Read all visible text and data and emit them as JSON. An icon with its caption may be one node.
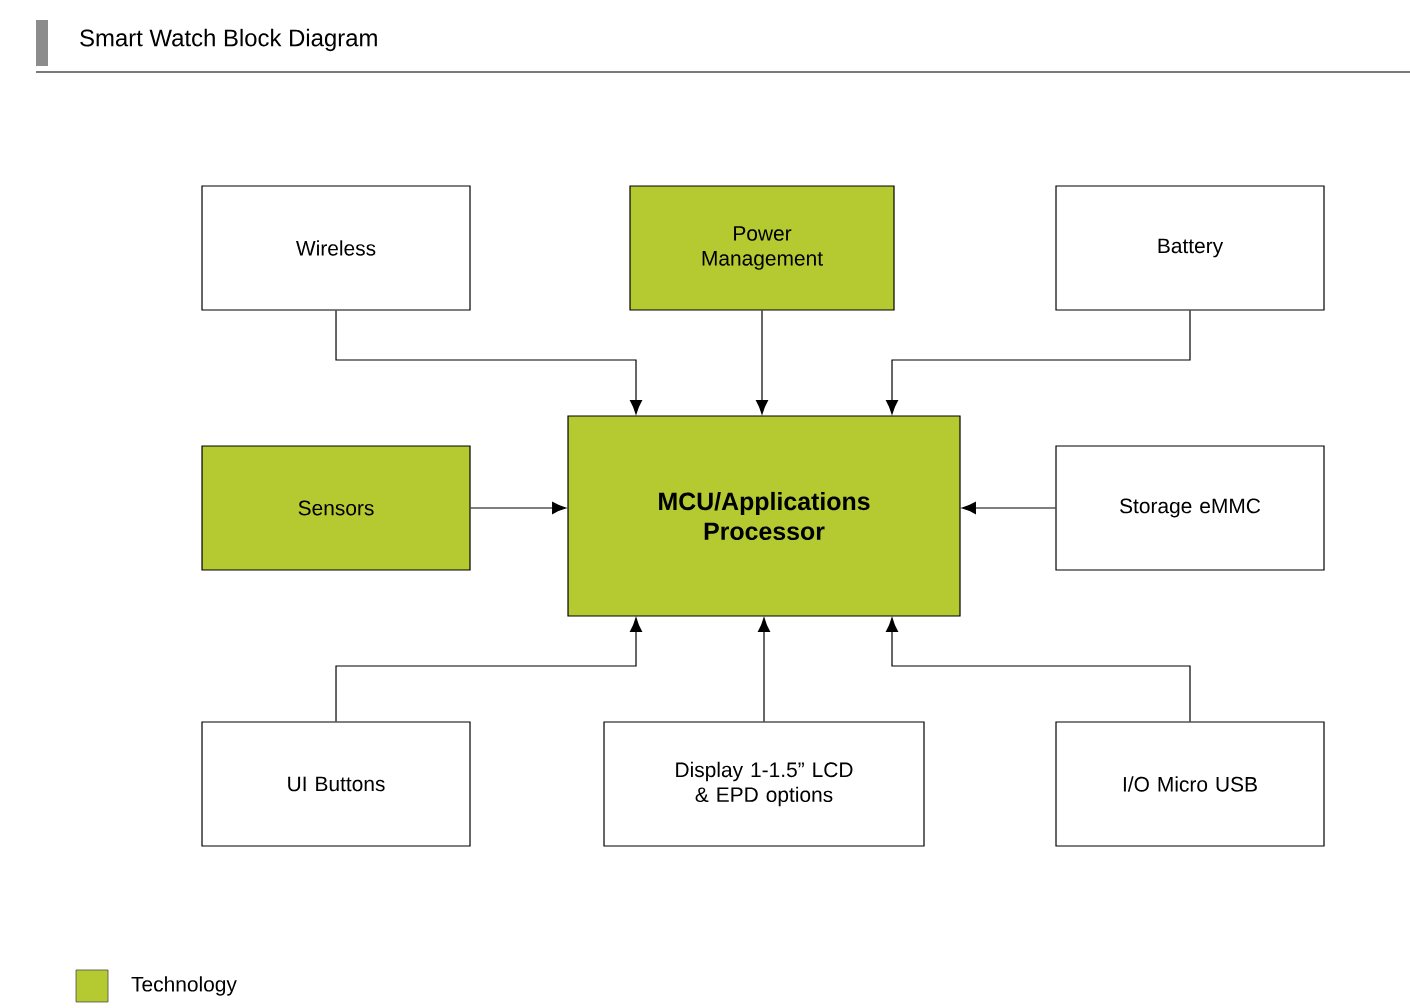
{
  "diagram": {
    "title": "Smart Watch Block Diagram",
    "nodes": [
      {
        "text": [
          "Wireless"
        ]
      },
      {
        "text": [
          "Power Management"
        ]
      },
      {
        "text": [
          "Battery"
        ]
      },
      {
        "text": [
          "Sensors"
        ]
      },
      {
        "text": [
          "MCU/Applications Processor"
        ]
      },
      {
        "text": [
          "Storage eMMC"
        ]
      },
      {
        "text": [
          "UI Buttons"
        ]
      },
      {
        "text": [
          "Display 1-1.5” LCD & EPD options"
        ]
      },
      {
        "text": [
          "I/O Micro USB"
        ]
      }
    ],
    "edges": [
      {
        "from": 0,
        "to": 4,
        "arrow": "to"
      },
      {
        "from": 1,
        "to": 4,
        "arrow": "to"
      },
      {
        "from": 2,
        "to": 4,
        "arrow": "to"
      },
      {
        "from": 3,
        "to": 4,
        "arrow": "to"
      },
      {
        "from": 5,
        "to": 4,
        "arrow": "to"
      },
      {
        "from": 6,
        "to": 4,
        "arrow": "to"
      },
      {
        "from": 7,
        "to": 4,
        "arrow": "to"
      },
      {
        "from": 8,
        "to": 4,
        "arrow": "to"
      }
    ],
    "legend": [
      {
        "text": "Technology",
        "color": "#b5c930"
      }
    ]
  }
}
